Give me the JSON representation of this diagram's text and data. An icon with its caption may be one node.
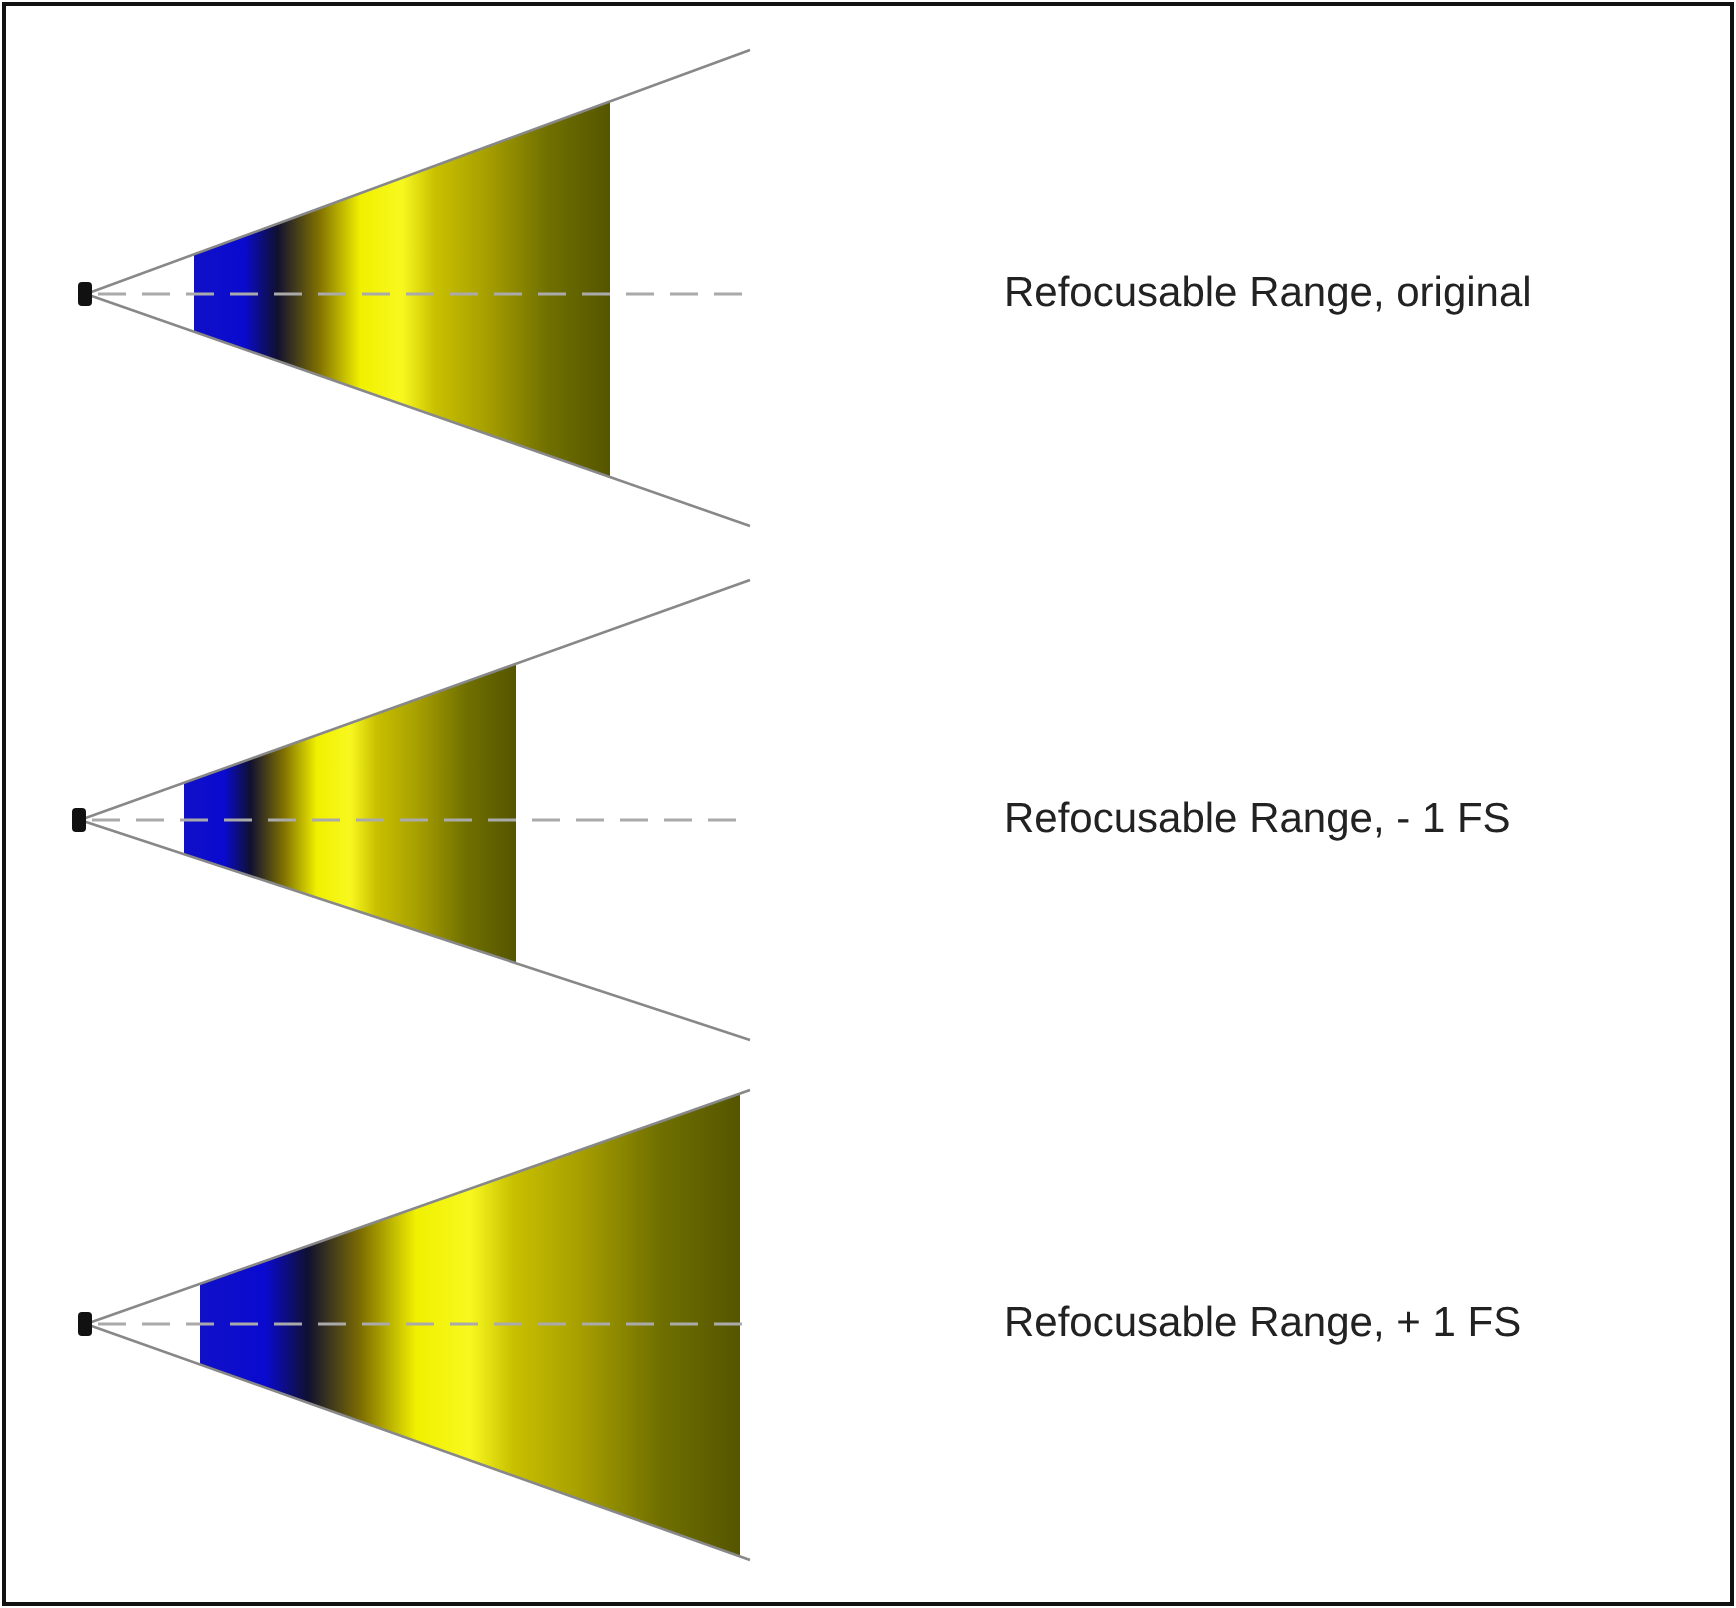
{
  "diagram": {
    "labels": [
      "Refocusable Range, original",
      "Refocusable Range, - 1 FS",
      "Refocusable Range, + 1 FS"
    ]
  }
}
